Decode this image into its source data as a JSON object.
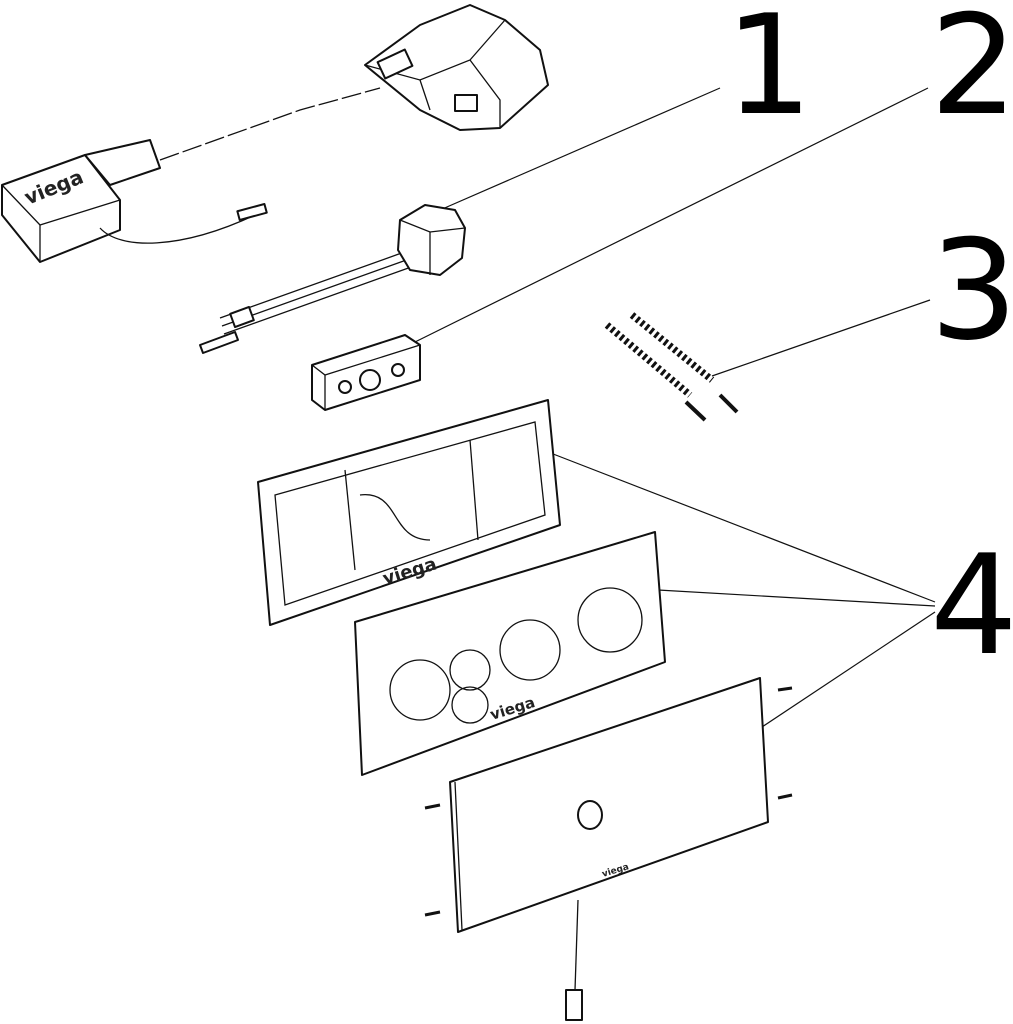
{
  "diagram": {
    "callouts": [
      {
        "label": "1"
      },
      {
        "label": "2"
      },
      {
        "label": "3"
      },
      {
        "label": "4"
      }
    ],
    "logo_text": "viega"
  }
}
